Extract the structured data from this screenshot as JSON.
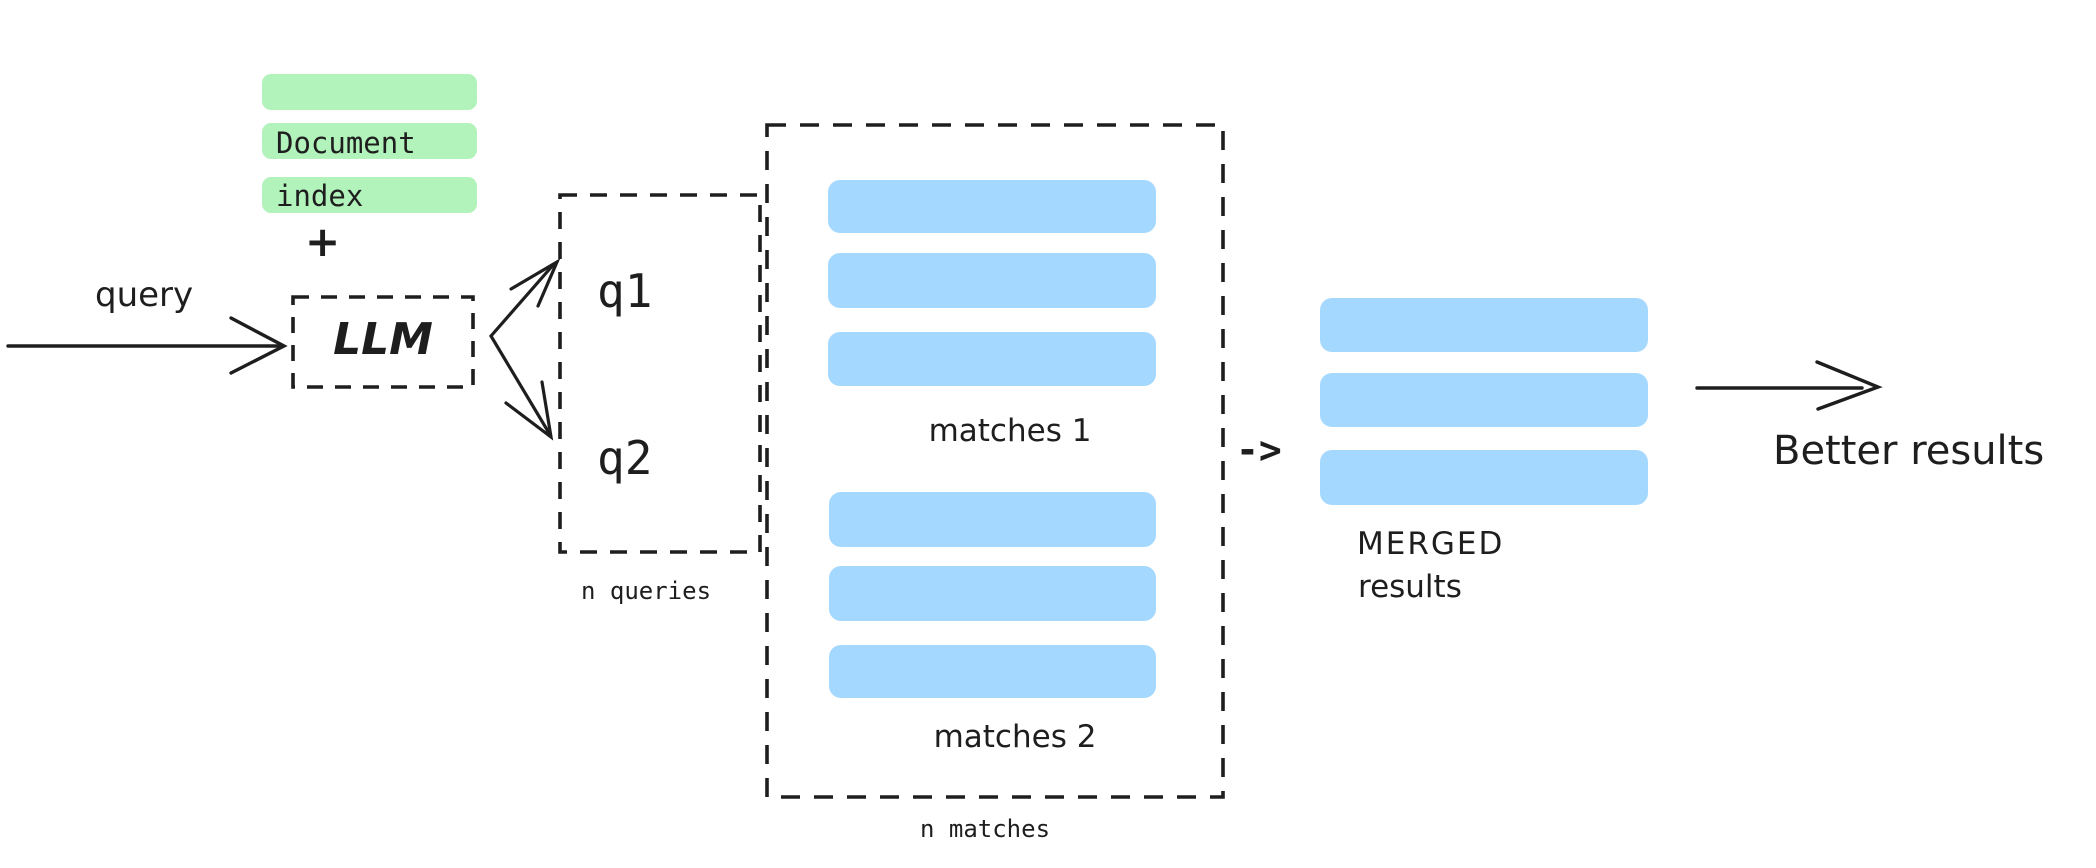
{
  "colors": {
    "background": "#ffffff",
    "ink": "#1e1e1e",
    "green_fill": "#b2f2bb",
    "blue_fill": "#a5d8ff"
  },
  "document_index": {
    "line1": "Document",
    "line2": "index",
    "plus": "+",
    "bar_count": 3
  },
  "query": {
    "label": "query"
  },
  "llm": {
    "label": "LLM"
  },
  "queries_box": {
    "items": [
      "q1",
      "q2"
    ],
    "caption": "n queries"
  },
  "matches_box": {
    "groups": [
      {
        "label": "matches 1",
        "bar_count": 3
      },
      {
        "label": "matches 2",
        "bar_count": 3
      }
    ],
    "caption": "n matches"
  },
  "merge_arrow": {
    "label": "->"
  },
  "merged": {
    "line1": "MERGED",
    "line2": "results",
    "bar_count": 3
  },
  "output": {
    "label": "Better results"
  }
}
